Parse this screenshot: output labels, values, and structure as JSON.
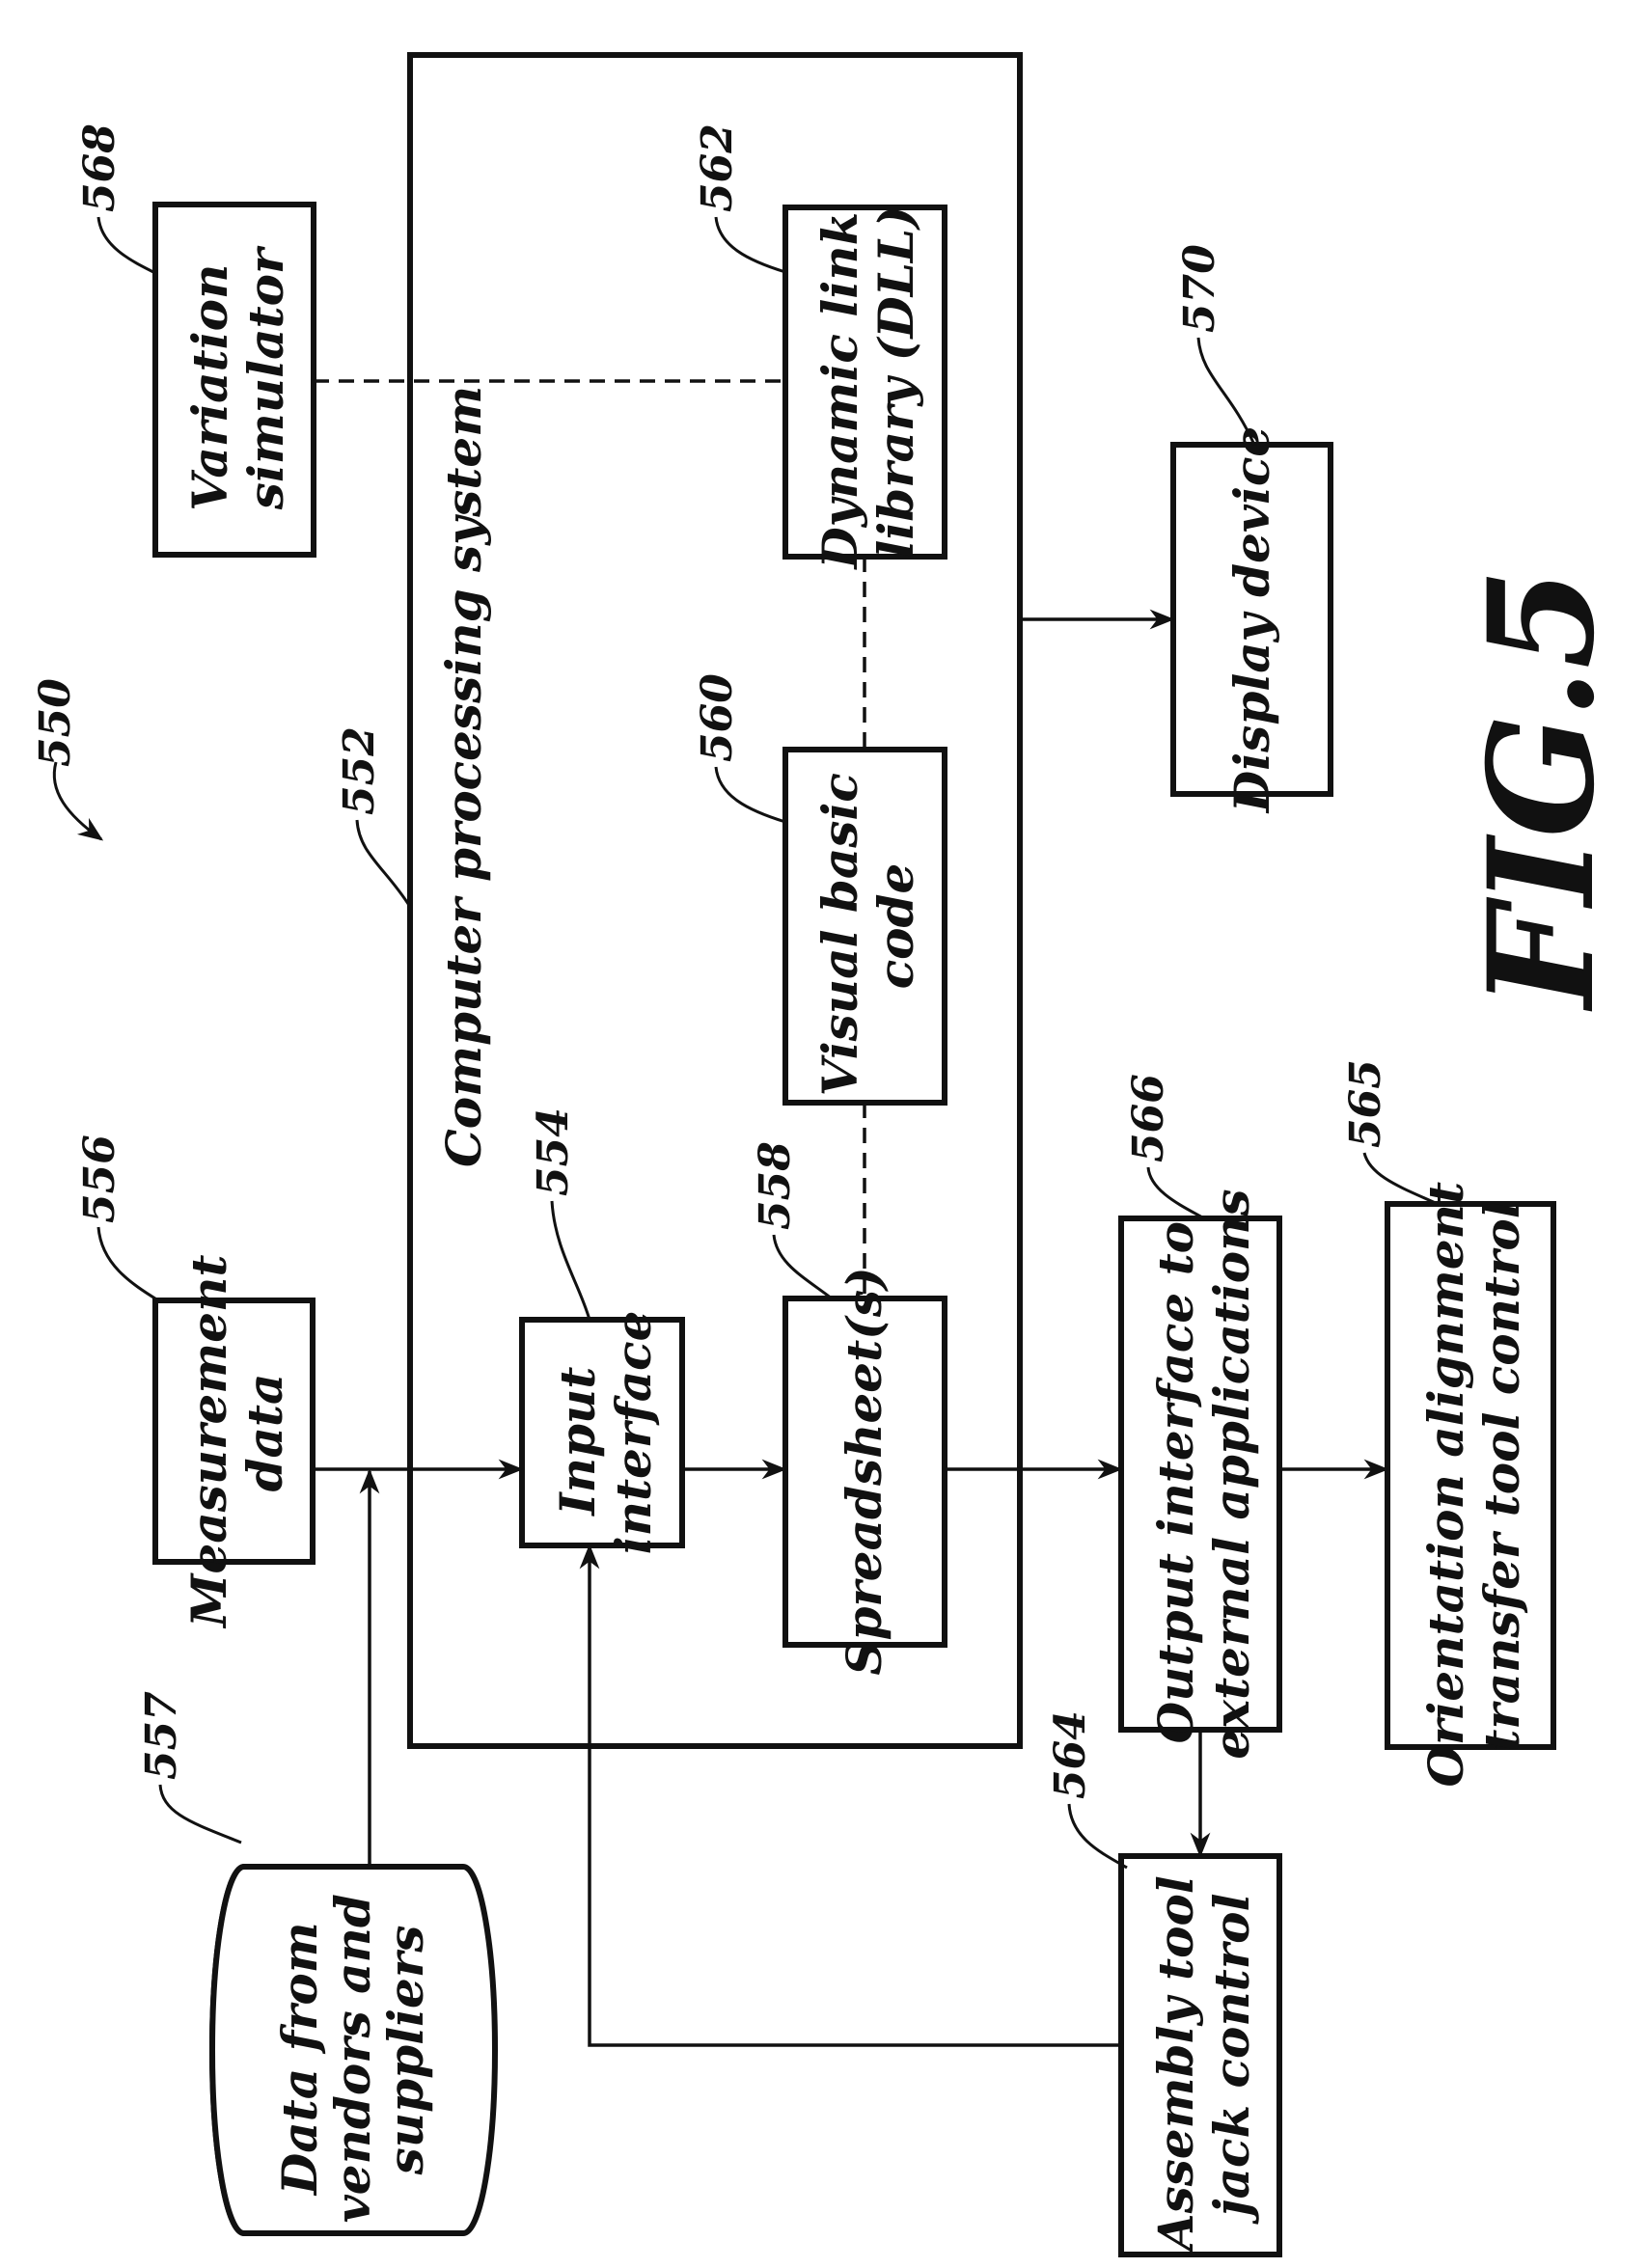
{
  "figure_label": "FIG.5",
  "refs": {
    "system": "550",
    "cps": "552",
    "input": "554",
    "measurement": "556",
    "vendors": "557",
    "spreadsheet": "558",
    "vbcode": "560",
    "dll": "562",
    "jack": "564",
    "transfer": "565",
    "output": "566",
    "simulator": "568",
    "display": "570"
  },
  "blocks": {
    "cps_title": "Computer processing system",
    "measurement": [
      "Measurement",
      "data"
    ],
    "input": [
      "Input",
      "interface"
    ],
    "spreadsheet": [
      "Spreadsheet(s)"
    ],
    "vbcode": [
      "Visual basic",
      "code"
    ],
    "dll": [
      "Dynamic link",
      "library (DLL)"
    ],
    "simulator": [
      "Variation",
      "simulator"
    ],
    "display": [
      "Display device"
    ],
    "output": [
      "Output interface to",
      "external applications"
    ],
    "transfer": [
      "Orientation alignment",
      "transfer tool control"
    ],
    "jack": [
      "Assembly tool",
      "jack control"
    ],
    "vendors": [
      "Data from",
      "vendors and",
      "suppliers"
    ]
  }
}
